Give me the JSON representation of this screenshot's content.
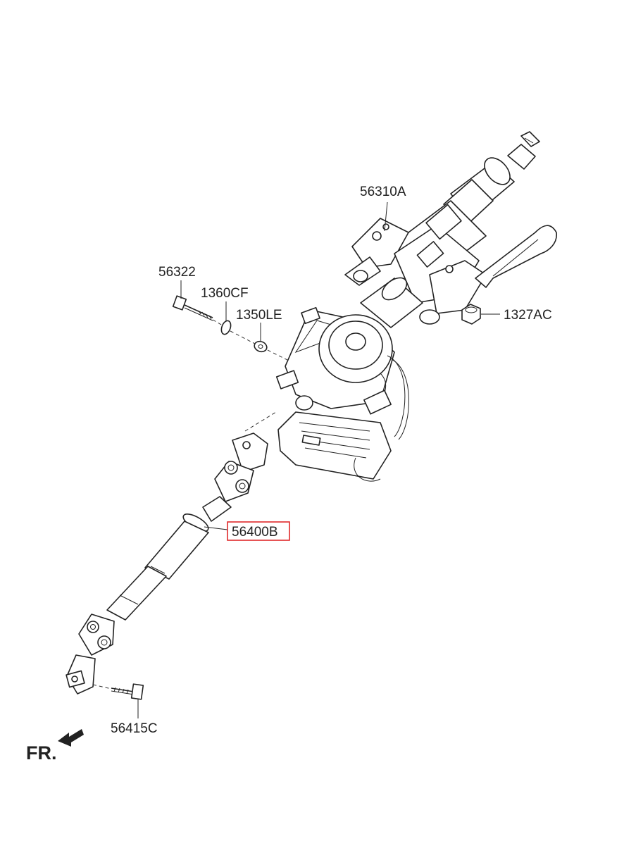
{
  "diagram": {
    "labels": {
      "column_assembly": "56310A",
      "bolt": "56322",
      "washer_1": "1360CF",
      "washer_2": "1350LE",
      "nut": "1327AC",
      "intermediate_shaft": "56400B",
      "shaft_bolt": "56415C"
    },
    "front_indicator": "FR.",
    "highlight_color": "#e0292b"
  }
}
